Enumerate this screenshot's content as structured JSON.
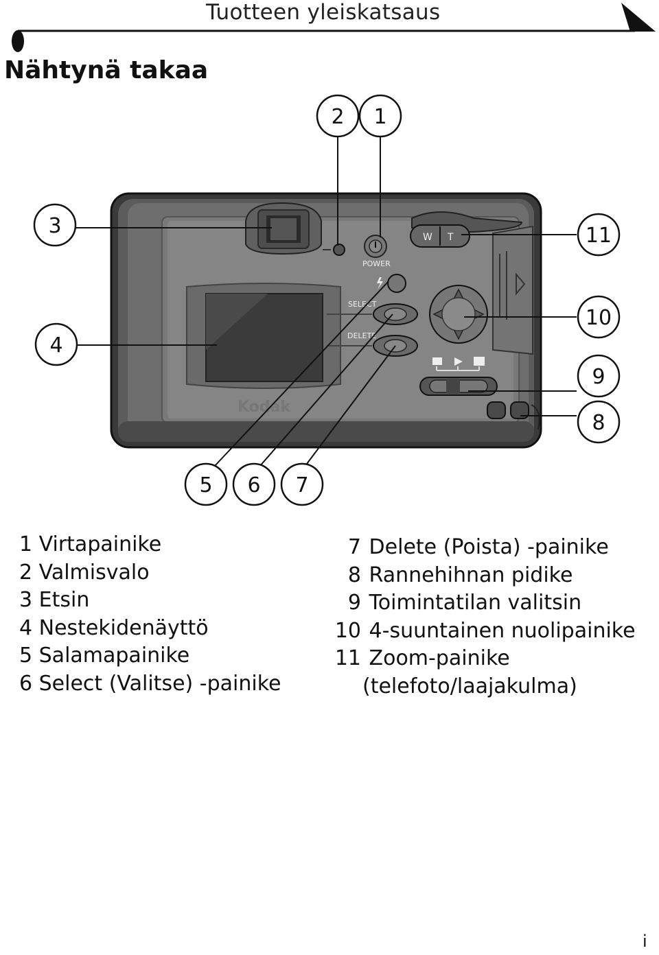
{
  "header": {
    "title": "Tuotteen yleiskatsaus"
  },
  "section": {
    "title": "Nähtynä takaa"
  },
  "camera": {
    "brand": "Kodak",
    "labels": {
      "power": "POWER",
      "select": "SELECT",
      "delete": "DELETE",
      "zoom_w": "W",
      "zoom_t": "T"
    }
  },
  "callouts": [
    "1",
    "2",
    "3",
    "4",
    "5",
    "6",
    "7",
    "8",
    "9",
    "10",
    "11"
  ],
  "legend": {
    "left": [
      {
        "num": "1",
        "text": "Virtapainike"
      },
      {
        "num": "2",
        "text": "Valmisvalo"
      },
      {
        "num": "3",
        "text": "Etsin"
      },
      {
        "num": "4",
        "text": "Nestekidenäyttö"
      },
      {
        "num": "5",
        "text": "Salamapainike"
      },
      {
        "num": "6",
        "text": "Select (Valitse) -painike"
      }
    ],
    "right": [
      {
        "num": "7",
        "text": "Delete (Poista) -painike"
      },
      {
        "num": "8",
        "text": "Rannehihnan pidike"
      },
      {
        "num": "9",
        "text": "Toimintatilan valitsin"
      },
      {
        "num": "10",
        "text": "4-suuntainen nuolipainike"
      },
      {
        "num": "11",
        "text": "Zoom-painike"
      }
    ],
    "right_continuation": "(telefoto/laajakulma)"
  },
  "footer": {
    "page": "i"
  }
}
